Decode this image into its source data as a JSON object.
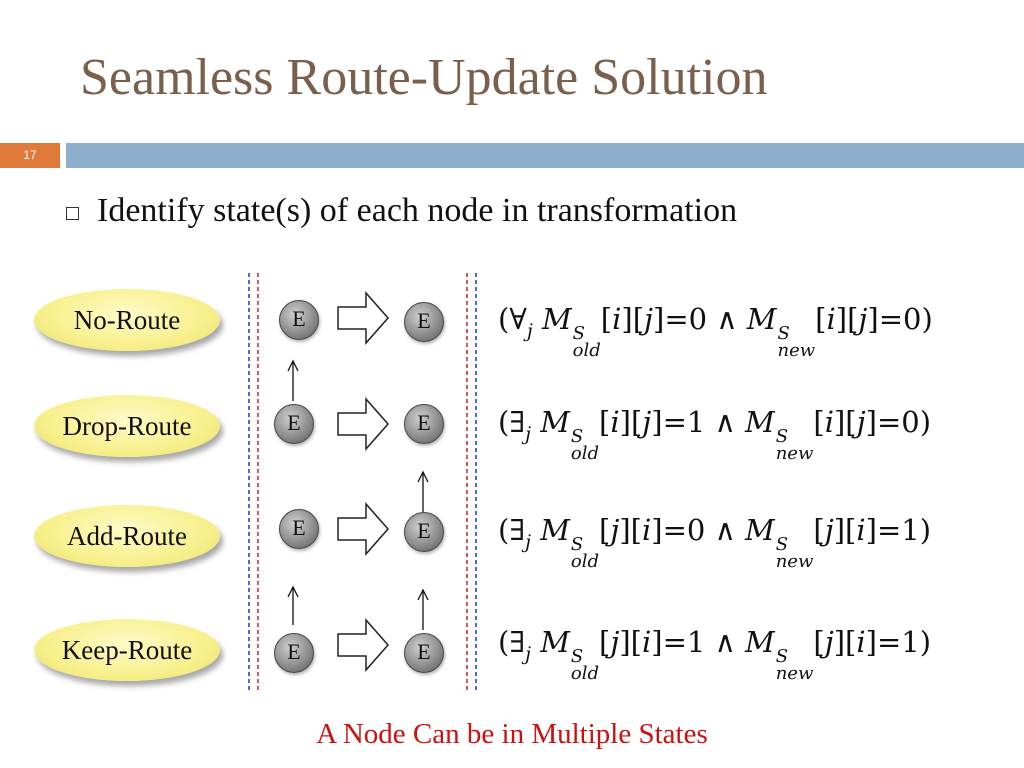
{
  "slide": {
    "title": "Seamless Route-Update Solution",
    "number": "17",
    "bullet": "Identify state(s) of each node in transformation",
    "caption": "A Node Can be in Multiple States"
  },
  "colors": {
    "title": "#7a5f4d",
    "slide_number_bg": "#e07a3a",
    "title_bar": "#8fb0cc",
    "caption": "#cc1111",
    "divider_red": "#cc2222",
    "divider_blue": "#2233cc"
  },
  "node_label": "E",
  "states": [
    {
      "label": "No-Route",
      "quantifier": "∀",
      "i1": "i",
      "j1": "j",
      "v1": "0",
      "i2": "i",
      "j2": "j",
      "v2": "0"
    },
    {
      "label": "Drop-Route",
      "quantifier": "∃",
      "i1": "i",
      "j1": "j",
      "v1": "1",
      "i2": "i",
      "j2": "j",
      "v2": "0"
    },
    {
      "label": "Add-Route",
      "quantifier": "∃",
      "i1": "j",
      "j1": "i",
      "v1": "0",
      "i2": "j",
      "j2": "i",
      "v2": "1"
    },
    {
      "label": "Keep-Route",
      "quantifier": "∃",
      "i1": "j",
      "j1": "i",
      "v1": "1",
      "i2": "j",
      "j2": "i",
      "v2": "1"
    }
  ],
  "math": {
    "and": "∧",
    "M": "M",
    "sup": "S",
    "old": "old",
    "new": "new",
    "sub": "j"
  }
}
